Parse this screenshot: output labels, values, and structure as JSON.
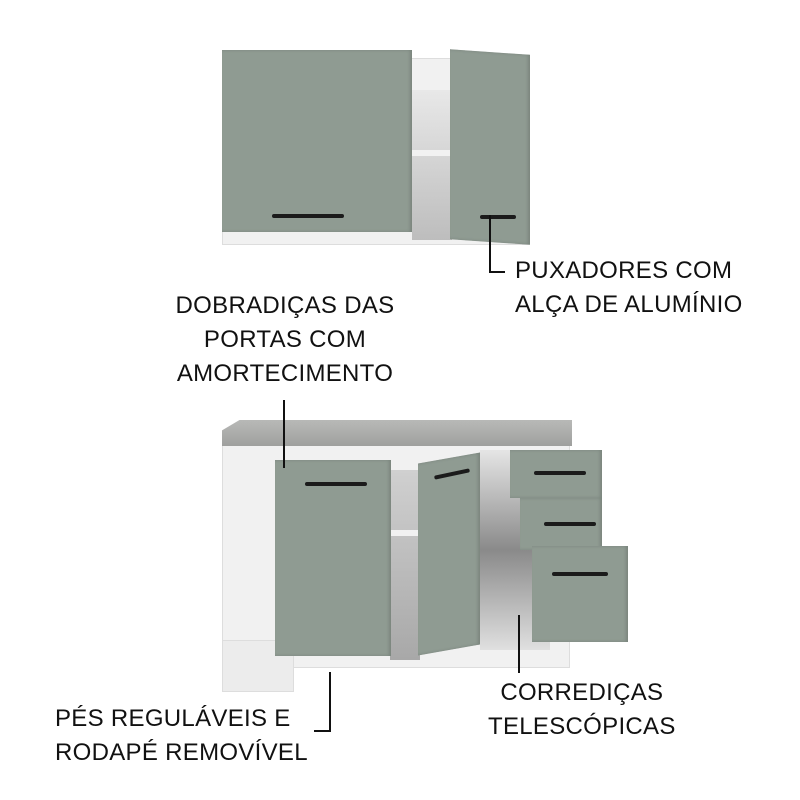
{
  "colors": {
    "door": "#8f9b92",
    "carcass": "#f1f1f1",
    "countertop": "#a9aaa8",
    "text": "#111111"
  },
  "labels": {
    "handles": [
      "PUXADORES COM",
      "ALÇA DE ALUMÍNIO"
    ],
    "hinges": [
      "DOBRADIÇAS DAS",
      "PORTAS COM",
      "AMORTECIMENTO"
    ],
    "slides": [
      "CORREDIÇAS",
      "TELESCÓPICAS"
    ],
    "feet": [
      "PÉS REGULÁVEIS E",
      "RODAPÉ REMOVÍVEL"
    ]
  }
}
